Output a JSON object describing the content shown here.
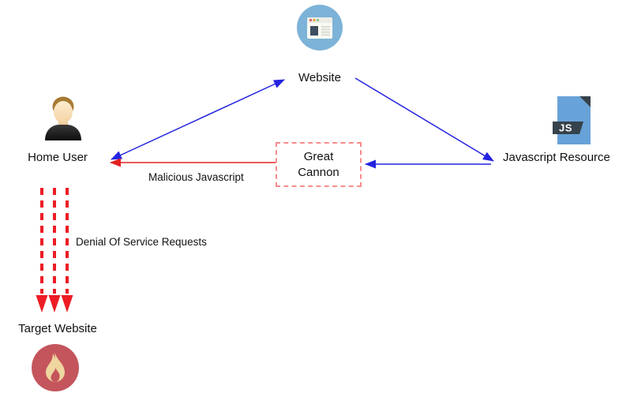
{
  "diagram": {
    "nodes": {
      "website": {
        "label": "Website",
        "icon": "browser-icon"
      },
      "js_resource": {
        "label": "Javascript Resource",
        "icon": "js-file-icon",
        "badge": "JS"
      },
      "home_user": {
        "label": "Home User",
        "icon": "person-icon"
      },
      "great_cannon": {
        "label": "Great Cannon"
      },
      "target_website": {
        "label": "Target Website",
        "icon": "fire-icon"
      }
    },
    "edges": [
      {
        "from": "home_user",
        "to": "website",
        "direction": "bidirectional",
        "style": "solid",
        "color": "#2323e0",
        "label": ""
      },
      {
        "from": "website",
        "to": "js_resource",
        "direction": "forward",
        "style": "solid",
        "color": "#2323e0",
        "label": ""
      },
      {
        "from": "js_resource",
        "to": "great_cannon",
        "direction": "forward",
        "style": "solid",
        "color": "#2323e0",
        "label": ""
      },
      {
        "from": "great_cannon",
        "to": "home_user",
        "direction": "forward",
        "style": "solid",
        "color": "#e32222",
        "label": "Malicious Javascript"
      },
      {
        "from": "home_user",
        "to": "target_website",
        "direction": "forward",
        "style": "dashed-triple",
        "color": "#ed1c24",
        "label": "Denial Of Service Requests"
      }
    ],
    "colors": {
      "blue_arrow": "#2323e0",
      "red_arrow": "#e32222",
      "dos_red": "#ed1c24",
      "cannon_border": "#f98b8b",
      "website_circle": "#7db3d8",
      "js_file_blue": "#67a2d8",
      "dark_slate": "#3e4e60",
      "fire_circle": "#c4555c",
      "flame": "#efd69e",
      "text": "#111111"
    }
  }
}
